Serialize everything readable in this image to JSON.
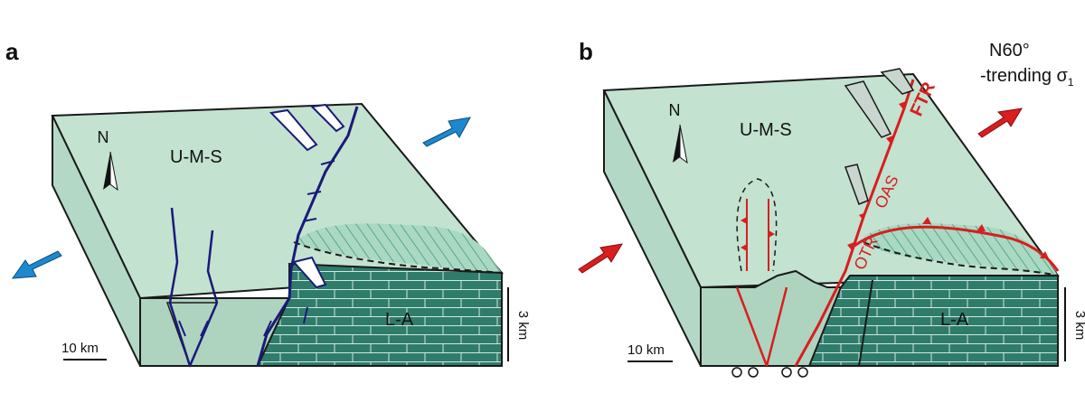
{
  "colors": {
    "top_face": "#c3e2d0",
    "side_face": "#b4d8c6",
    "upper_unit": "#aed4bf",
    "limestone": "#2f7c6b",
    "limestone_lines": "#cfe8de",
    "hatch": "#7ec0a6",
    "fault_blue": "#1a1a7a",
    "arrow_blue": "#1e88cf",
    "red": "#d81e1e",
    "outline": "#1a1a1a"
  },
  "panel_a": {
    "label": "a",
    "north": "N",
    "unit_upper": "U-M-S",
    "unit_lower": "L-A",
    "scale_h": "10 km",
    "scale_v": "3 km"
  },
  "panel_b": {
    "label": "b",
    "north": "N",
    "unit_upper": "U-M-S",
    "unit_lower": "L-A",
    "scale_h": "10 km",
    "scale_v": "3 km",
    "stress_line1": "N60°",
    "stress_line2": "-trending σ",
    "stress_sub": "1",
    "ftr": "FTR",
    "oas": "OAS",
    "otr": "OTR"
  }
}
